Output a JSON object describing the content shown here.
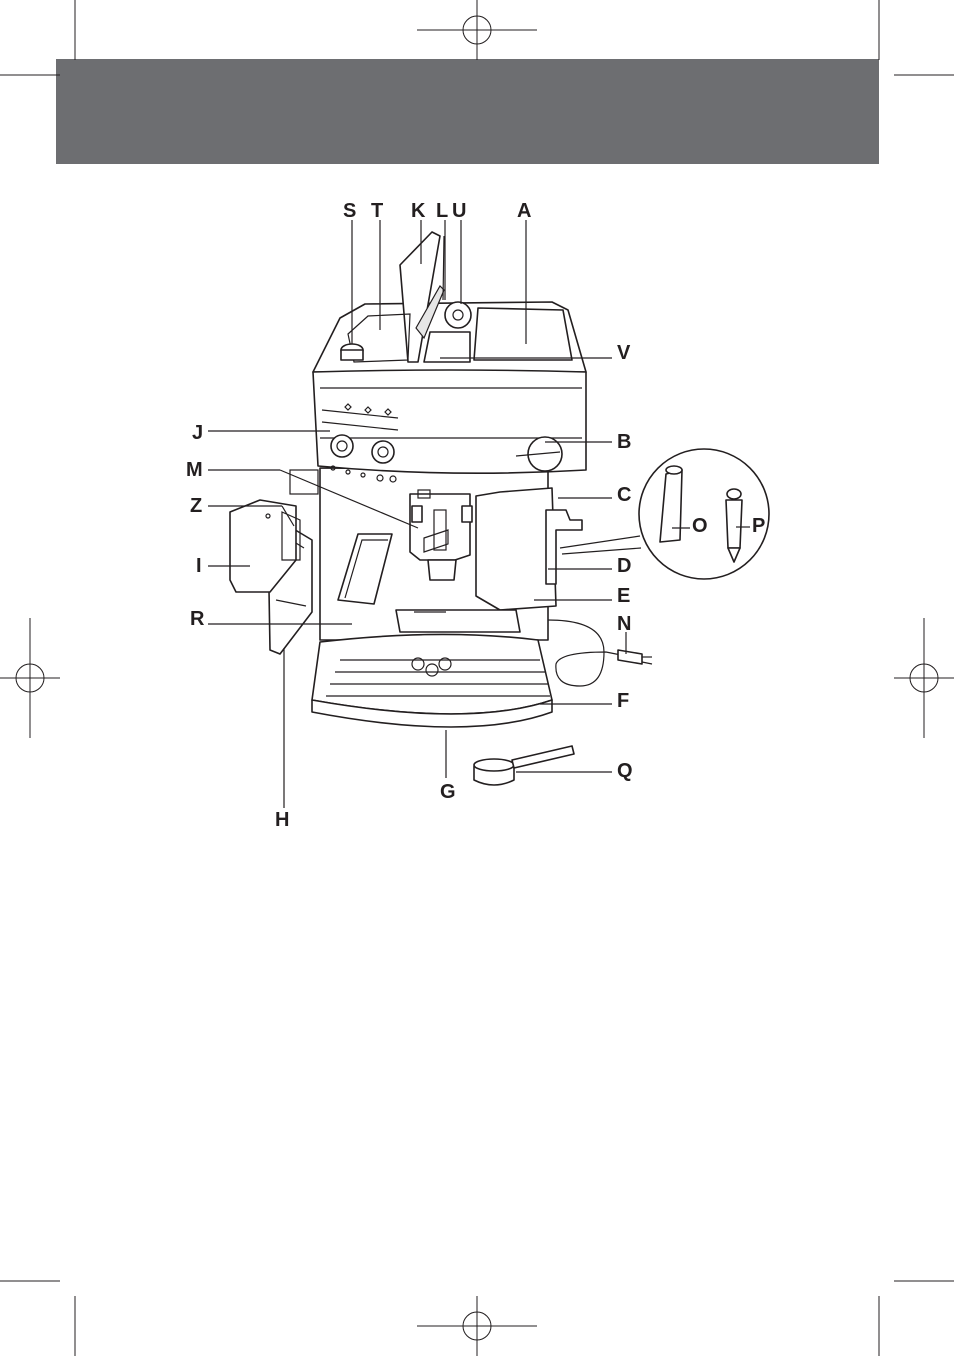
{
  "diagram": {
    "labels": {
      "S": "S",
      "T": "T",
      "K": "K",
      "L": "L",
      "U": "U",
      "A": "A",
      "V": "V",
      "J": "J",
      "B": "B",
      "M": "M",
      "C": "C",
      "Z": "Z",
      "O": "O",
      "P": "P",
      "I": "I",
      "D": "D",
      "E": "E",
      "R": "R",
      "N": "N",
      "F": "F",
      "Q": "Q",
      "G": "G",
      "H": "H"
    }
  },
  "colors": {
    "header_band": "#6d6e71",
    "line": "#231f20",
    "background": "#ffffff"
  }
}
